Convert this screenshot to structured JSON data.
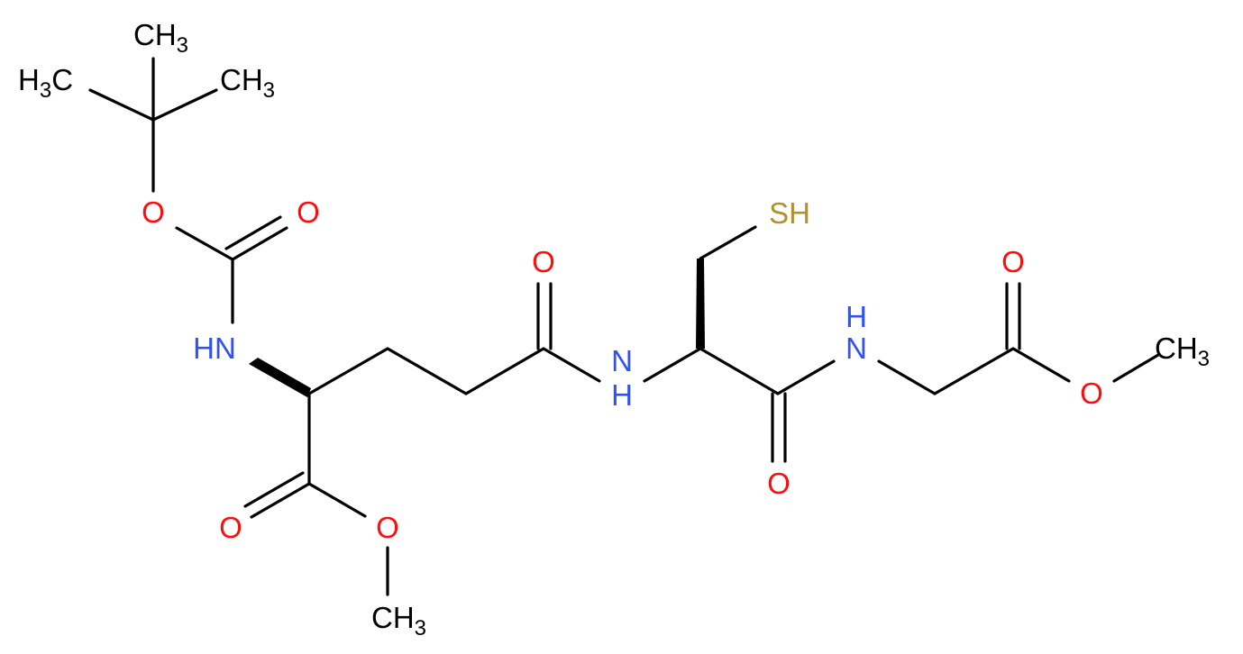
{
  "colors": {
    "bond": "#000000",
    "carbon": "#000000",
    "oxygen": "#ff0d0d",
    "nitrogen": "#3050f8",
    "sulfur": "#b2902b",
    "background": "#ffffff"
  },
  "atoms": {
    "me_tbu_top": {
      "main": "CH",
      "sub": "3",
      "element": "C"
    },
    "me_tbu_left": {
      "main": "H",
      "sub": "3",
      "tail": "C",
      "element": "C"
    },
    "me_tbu_right": {
      "main": "CH",
      "sub": "3",
      "element": "C"
    },
    "o_boc_ester": {
      "main": "O",
      "element": "O"
    },
    "o_boc_carbonyl": {
      "main": "O",
      "element": "O"
    },
    "n_boc": {
      "main": "HN",
      "element": "N"
    },
    "o_ester1_carbonyl": {
      "main": "O",
      "element": "O"
    },
    "o_ester1_ether": {
      "main": "O",
      "element": "O"
    },
    "me_ester1": {
      "main": "CH",
      "sub": "3",
      "element": "C"
    },
    "o_amide1": {
      "main": "O",
      "element": "O"
    },
    "n_amide1": {
      "main": "N",
      "sub_h": "H",
      "element": "N"
    },
    "s_thiol": {
      "main": "SH",
      "element": "S"
    },
    "o_amide2": {
      "main": "O",
      "element": "O"
    },
    "n_amide2": {
      "main": "N",
      "sub_h": "H",
      "element": "N"
    },
    "o_ester2_carbonyl": {
      "main": "O",
      "element": "O"
    },
    "o_ester2_ether": {
      "main": "O",
      "element": "O"
    },
    "me_ester2": {
      "main": "CH",
      "sub": "3",
      "element": "C"
    }
  }
}
